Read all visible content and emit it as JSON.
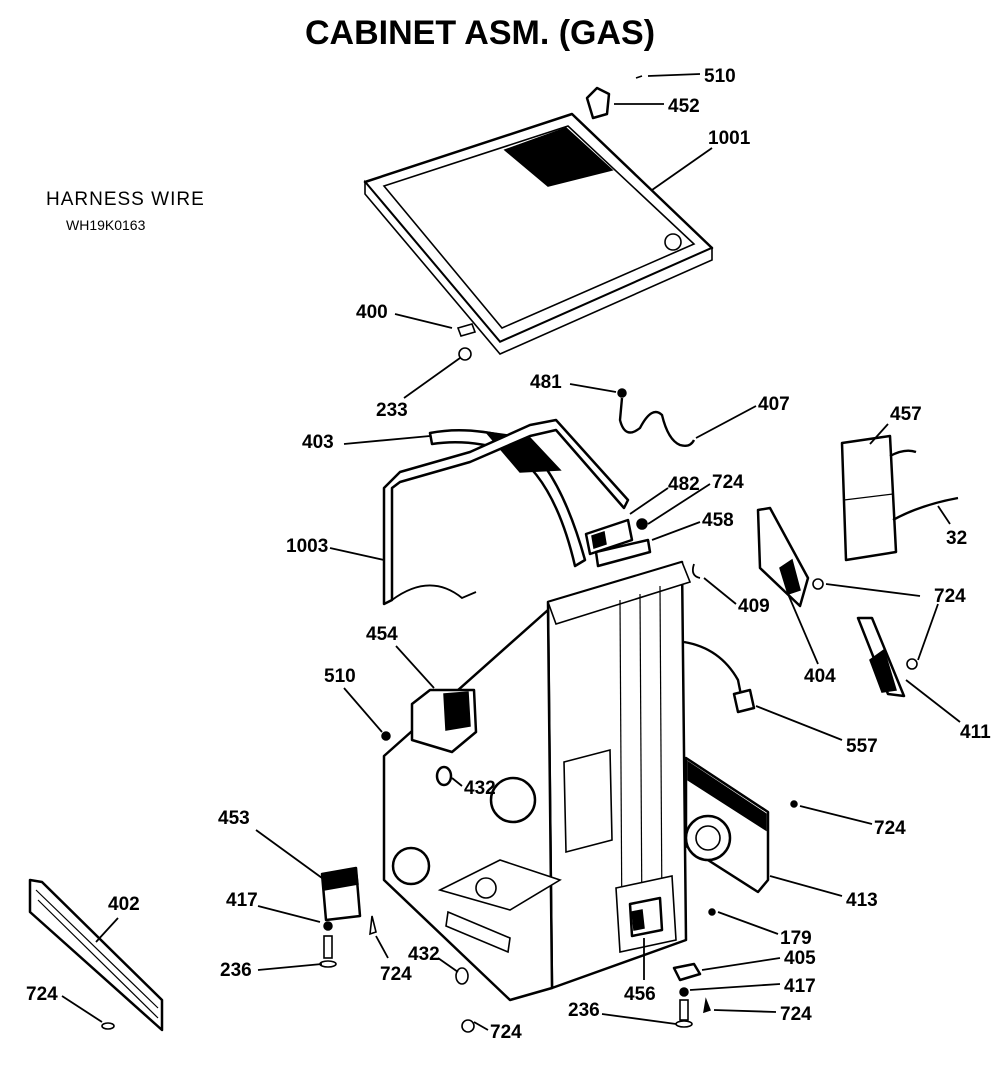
{
  "title": "CABINET ASM. (GAS)",
  "note": {
    "heading": "HARNESS WIRE",
    "part_number": "WH19K0163"
  },
  "callouts": [
    {
      "id": "c510a",
      "label": "510"
    },
    {
      "id": "c452",
      "label": "452"
    },
    {
      "id": "c1001",
      "label": "1001"
    },
    {
      "id": "c400",
      "label": "400"
    },
    {
      "id": "c233",
      "label": "233"
    },
    {
      "id": "c481",
      "label": "481"
    },
    {
      "id": "c407",
      "label": "407"
    },
    {
      "id": "c457",
      "label": "457"
    },
    {
      "id": "c403",
      "label": "403"
    },
    {
      "id": "c482",
      "label": "482"
    },
    {
      "id": "c724a",
      "label": "724"
    },
    {
      "id": "c458",
      "label": "458"
    },
    {
      "id": "c32",
      "label": "32"
    },
    {
      "id": "c1003",
      "label": "1003"
    },
    {
      "id": "c409",
      "label": "409"
    },
    {
      "id": "c724b",
      "label": "724"
    },
    {
      "id": "c404",
      "label": "404"
    },
    {
      "id": "c454",
      "label": "454"
    },
    {
      "id": "c510b",
      "label": "510"
    },
    {
      "id": "c411",
      "label": "411"
    },
    {
      "id": "c557",
      "label": "557"
    },
    {
      "id": "c432a",
      "label": "432"
    },
    {
      "id": "c453",
      "label": "453"
    },
    {
      "id": "c724c",
      "label": "724"
    },
    {
      "id": "c402",
      "label": "402"
    },
    {
      "id": "c417a",
      "label": "417"
    },
    {
      "id": "c413",
      "label": "413"
    },
    {
      "id": "c179",
      "label": "179"
    },
    {
      "id": "c236a",
      "label": "236"
    },
    {
      "id": "c724d",
      "label": "724"
    },
    {
      "id": "c432b",
      "label": "432"
    },
    {
      "id": "c405",
      "label": "405"
    },
    {
      "id": "c417b",
      "label": "417"
    },
    {
      "id": "c724e",
      "label": "724"
    },
    {
      "id": "c456",
      "label": "456"
    },
    {
      "id": "c724f",
      "label": "724"
    },
    {
      "id": "c236b",
      "label": "236"
    },
    {
      "id": "c724g",
      "label": "724"
    }
  ]
}
